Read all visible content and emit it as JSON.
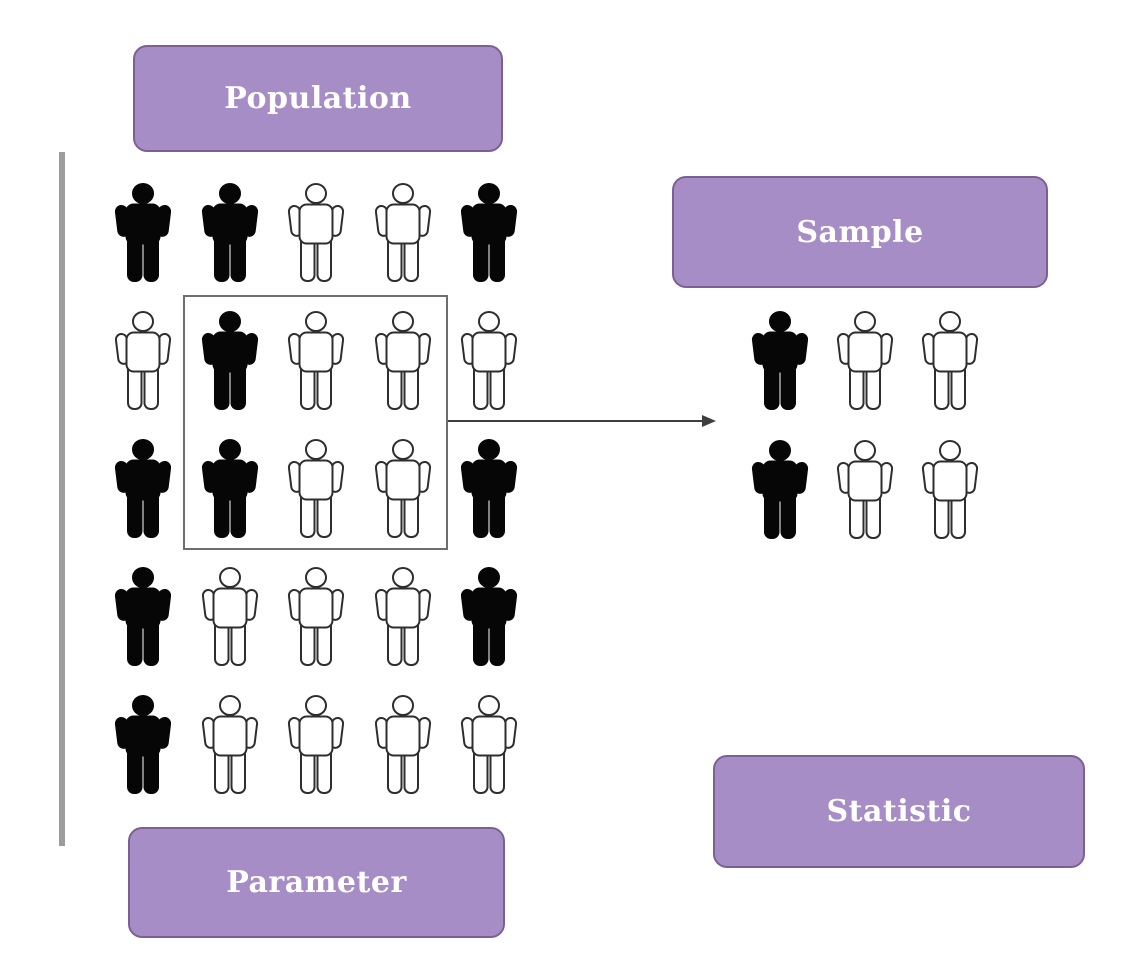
{
  "labels": {
    "population": "Population",
    "sample": "Sample",
    "parameter": "Parameter",
    "statistic": "Statistic"
  },
  "colors": {
    "box_fill": "#a78dc6",
    "box_border": "#7b6193",
    "label_text": "#ffffff",
    "figure_fill": "#060606",
    "figure_outline": "#2e2e2e",
    "bar": "#9c9c9c",
    "selection_border": "#6e6e6e",
    "arrow": "#3f3f3f"
  },
  "population_grid": {
    "rows": 5,
    "cols": 5,
    "filled_count": 10,
    "total_count": 25,
    "pattern": [
      [
        1,
        1,
        0,
        0,
        1
      ],
      [
        0,
        1,
        0,
        0,
        0
      ],
      [
        1,
        1,
        0,
        0,
        1
      ],
      [
        1,
        0,
        0,
        0,
        1
      ],
      [
        1,
        0,
        0,
        0,
        0
      ]
    ]
  },
  "sample_grid": {
    "rows": 2,
    "cols": 3,
    "filled_count": 2,
    "total_count": 6,
    "pattern": [
      [
        1,
        0,
        0
      ],
      [
        1,
        0,
        0
      ]
    ]
  }
}
